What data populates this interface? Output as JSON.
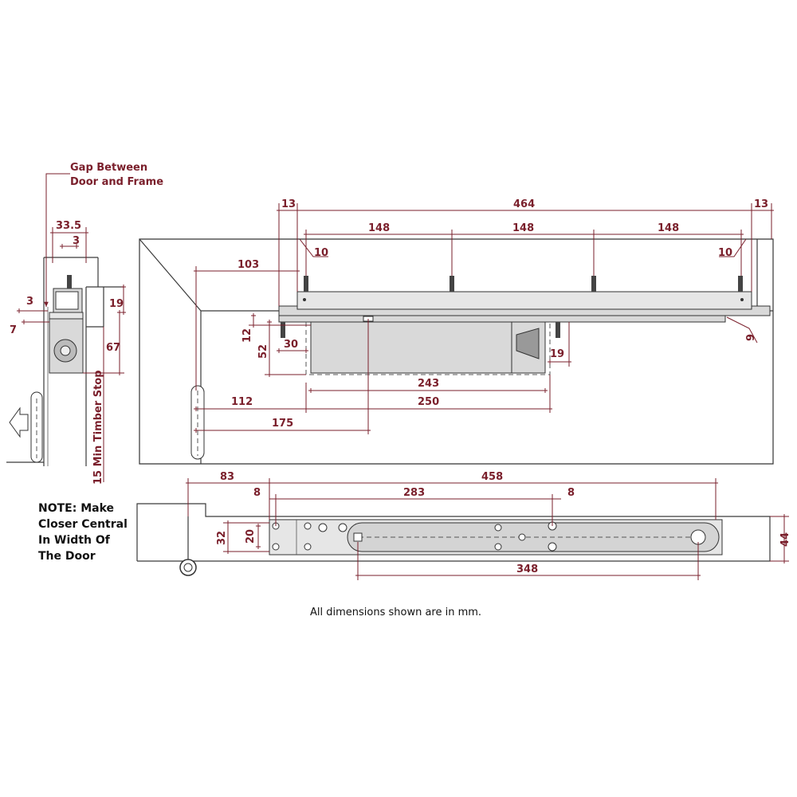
{
  "labels": {
    "gap_line1": "Gap Between",
    "gap_line2": "Door and Frame",
    "timber_stop": "15 Min Timber Stop",
    "note_line1": "NOTE: Make",
    "note_line2": "Closer Central",
    "note_line3": "In Width Of",
    "note_line4": "The Door",
    "footer": "All dimensions shown are in mm."
  },
  "dims": {
    "d33_5": "33.5",
    "d3a": "3",
    "d3b": "3",
    "d19a": "19",
    "d7": "7",
    "d67": "67",
    "d13a": "13",
    "d13b": "13",
    "d464": "464",
    "d148a": "148",
    "d148b": "148",
    "d148c": "148",
    "d10a": "10",
    "d10b": "10",
    "d103": "103",
    "d12": "12",
    "d52": "52",
    "d30": "30",
    "d19b": "19",
    "d9": "9",
    "d243": "243",
    "d112": "112",
    "d250": "250",
    "d175": "175",
    "d83": "83",
    "d458": "458",
    "d8a": "8",
    "d283": "283",
    "d8b": "8",
    "d32": "32",
    "d20": "20",
    "d44": "44",
    "d348": "348"
  },
  "colors": {
    "dimension": "#7a1f2b",
    "line": "#3a3a3a",
    "body_fill": "#d9d9d9"
  }
}
